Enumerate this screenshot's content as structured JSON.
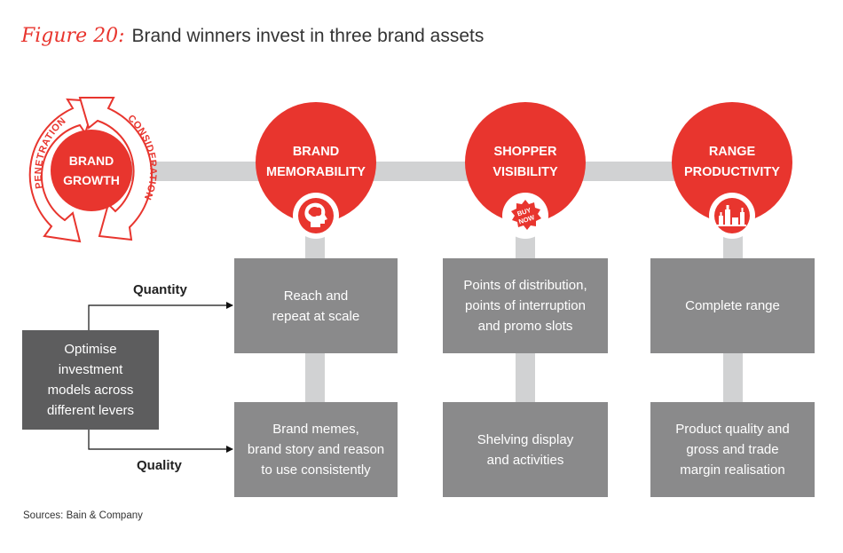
{
  "title": {
    "figure_label": "Figure 20:",
    "text": "Brand winners invest in three brand assets"
  },
  "cycle": {
    "center_label": "BRAND\nGROWTH",
    "left_arc_label": "PENETRATION",
    "right_arc_label": "CONSIDERATION"
  },
  "assets": [
    {
      "label": "BRAND\nMEMORABILITY",
      "icon": "head-brain-icon",
      "top_box": "Reach and\nrepeat at scale",
      "bottom_box": "Brand memes,\nbrand story and reason\nto use consistently"
    },
    {
      "label": "SHOPPER\nVISIBILITY",
      "icon": "buy-now-badge-icon",
      "icon_text": "BUY\nNOW",
      "top_box": "Points of distribution,\npoints of interruption\nand promo slots",
      "bottom_box": "Shelving display\nand activities"
    },
    {
      "label": "RANGE\nPRODUCTIVITY",
      "icon": "product-bottles-icon",
      "top_box": "Complete range",
      "bottom_box": "Product quality and\ngross and trade\nmargin realisation"
    }
  ],
  "levers": {
    "box": "Optimise\ninvestment\nmodels across\ndifferent levers",
    "quantity_label": "Quantity",
    "quality_label": "Quality"
  },
  "source": "Sources: Bain & Company",
  "colors": {
    "accent_red": "#e8352e",
    "box_gray": "#8a8a8b",
    "dark_gray": "#5d5d5e",
    "connector_gray": "#d1d2d3"
  }
}
